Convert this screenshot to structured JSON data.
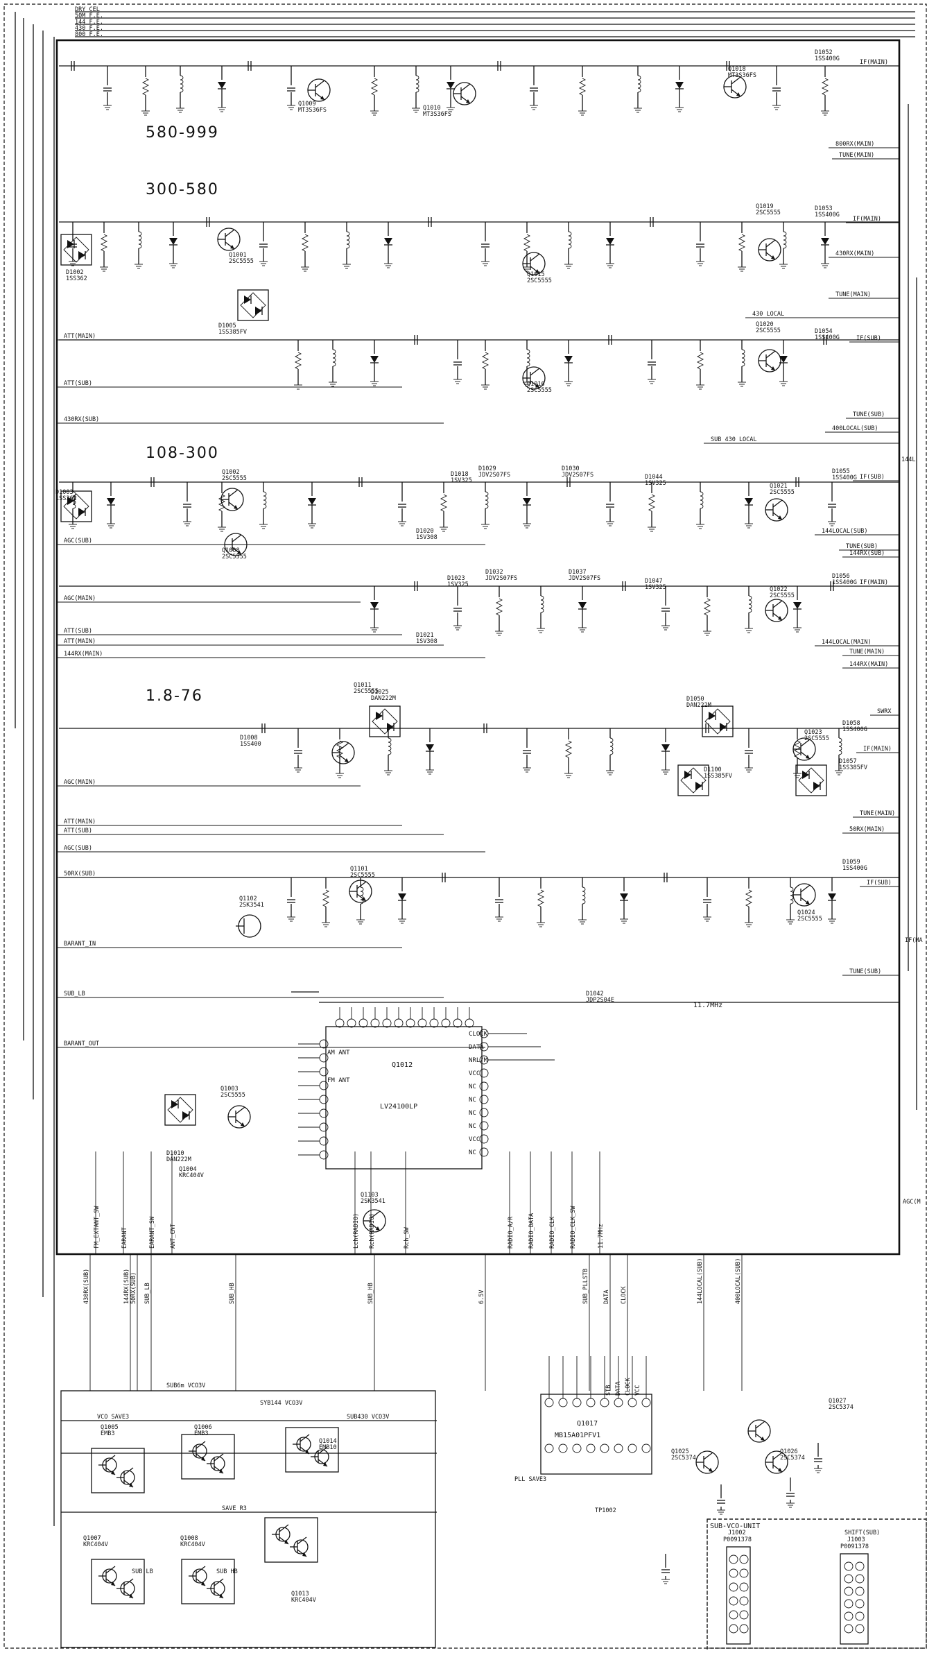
{
  "top_buses": [
    "DRY CEL",
    "50M F.E.",
    "144 F.E.",
    "430 F.E.",
    "800 F.E."
  ],
  "band_titles": [
    "580-999",
    "300-580",
    "108-300",
    "1.8-76"
  ],
  "right_signals": [
    "IF(MAIN)",
    "800RX(MAIN)",
    "TUNE(MAIN)",
    "IF(MAIN)",
    "430RX(MAIN)",
    "TUNE(MAIN)",
    "430 LOCAL",
    "IF(SUB)",
    "TUNE(SUB)",
    "400LOCAL(SUB)",
    "SUB 430 LOCAL",
    "IF(SUB)",
    "144LOCAL(SUB)",
    "TUNE(SUB)",
    "144RX(SUB)",
    "IF(MAIN)",
    "144LOCAL(MAIN)",
    "TUNE(MAIN)",
    "144RX(MAIN)",
    "SWRX",
    "IF(MAIN)",
    "TUNE(MAIN)",
    "50RX(MAIN)",
    "IF(SUB)",
    "TUNE(SUB)"
  ],
  "left_signals": [
    "ATT(MAIN)",
    "ATT(SUB)",
    "430RX(SUB)",
    "AGC(SUB)",
    "AGC(MAIN)",
    "ATT(SUB)",
    "ATT(MAIN)",
    "144RX(MAIN)",
    "AGC(MAIN)",
    "ATT(MAIN)",
    "ATT(SUB)",
    "AGC(SUB)",
    "50RX(SUB)",
    "BARANT_IN",
    "SUB_LB",
    "BARANT_OUT"
  ],
  "transistors": [
    {
      "ref": "Q1009",
      "part": "MT3S36FS"
    },
    {
      "ref": "Q1010",
      "part": "MT3S36FS"
    },
    {
      "ref": "Q1018",
      "part": "MT3S36FS"
    },
    {
      "ref": "Q1001",
      "part": "2SC5555"
    },
    {
      "ref": "Q1015",
      "part": "2SC5555"
    },
    {
      "ref": "Q1019",
      "part": "2SC5555"
    },
    {
      "ref": "Q1016",
      "part": "2SC5555"
    },
    {
      "ref": "Q1020",
      "part": "2SC5555"
    },
    {
      "ref": "Q1002",
      "part": "2SC5555"
    },
    {
      "ref": "Q1021",
      "part": "2SC5555"
    },
    {
      "ref": "Q1008",
      "part": "2SC5555"
    },
    {
      "ref": "Q1022",
      "part": "2SC5555"
    },
    {
      "ref": "Q1011",
      "part": "2SC5555"
    },
    {
      "ref": "Q1023",
      "part": "2SC5555"
    },
    {
      "ref": "Q1101",
      "part": "2SC5555"
    },
    {
      "ref": "Q1102",
      "part": "2SK3541"
    },
    {
      "ref": "Q1024",
      "part": "2SC5555"
    },
    {
      "ref": "Q1003",
      "part": "2SC5555"
    },
    {
      "ref": "Q1004",
      "part": "KRC404V"
    },
    {
      "ref": "Q1103",
      "part": "2SK3541"
    },
    {
      "ref": "Q1027",
      "part": "2SC5374"
    },
    {
      "ref": "Q1025",
      "part": "2SC5374"
    },
    {
      "ref": "Q1026",
      "part": "2SC5374"
    },
    {
      "ref": "Q1005",
      "part": "EMB3"
    },
    {
      "ref": "Q1006",
      "part": "EMB3"
    },
    {
      "ref": "Q1014",
      "part": "EMB10"
    },
    {
      "ref": "Q1007",
      "part": "KRC404V"
    },
    {
      "ref": "Q1008",
      "part": "KRC404V"
    },
    {
      "ref": "Q1013",
      "part": "KRC404V"
    }
  ],
  "diodes": [
    {
      "ref": "D1052",
      "part": "1SS400G"
    },
    {
      "ref": "D1053",
      "part": "1SS400G"
    },
    {
      "ref": "D1054",
      "part": "1SS400G"
    },
    {
      "ref": "D1055",
      "part": "1SS400G"
    },
    {
      "ref": "D1056",
      "part": "1SS400G"
    },
    {
      "ref": "D1058",
      "part": "1SS400G"
    },
    {
      "ref": "D1059",
      "part": "1SS400G"
    },
    {
      "ref": "D1002",
      "part": "1SS362"
    },
    {
      "ref": "D1003",
      "part": "1SS362"
    },
    {
      "ref": "D1005",
      "part": "1SS385FV"
    },
    {
      "ref": "D1057",
      "part": "1SS385FV"
    },
    {
      "ref": "D1100",
      "part": "1SS385FV"
    },
    {
      "ref": "D1025",
      "part": "DAN222M"
    },
    {
      "ref": "D1050",
      "part": "DAN222M"
    },
    {
      "ref": "D1010",
      "part": "DAN222M"
    },
    {
      "ref": "D1042",
      "part": "JDP2S04E"
    },
    {
      "ref": "D1029",
      "part": "JDV2S07FS"
    },
    {
      "ref": "D1030",
      "part": "JDV2S07FS"
    },
    {
      "ref": "D1032",
      "part": "JDV2S07FS"
    },
    {
      "ref": "D1037",
      "part": "JDV2S07FS"
    },
    {
      "ref": "D1018",
      "part": "1SV325"
    },
    {
      "ref": "D1023",
      "part": "1SV325"
    },
    {
      "ref": "D1044",
      "part": "1SV325"
    },
    {
      "ref": "D1047",
      "part": "1SV325"
    },
    {
      "ref": "D1020",
      "part": "1SV308"
    },
    {
      "ref": "D1021",
      "part": "1SV308"
    },
    {
      "ref": "D1008",
      "part": "1SS400"
    }
  ],
  "ic_main": {
    "ref": "Q1012",
    "part": "LV24100LP",
    "right_pins": [
      "CLOCK",
      "DATA",
      "NRL/M",
      "VCC",
      "NC",
      "NC",
      "NC",
      "NC",
      "VCC",
      "NC"
    ],
    "left_pins": [
      "AM ANT",
      "FM ANT"
    ]
  },
  "ic_pll": {
    "ref": "Q1017",
    "part": "MB15A01PFV1",
    "pins": [
      "STB",
      "DATA",
      "CLOCK",
      "VCC"
    ]
  },
  "top_note": "11.7MHz",
  "bottom_bus": [
    "FM_EXTANT_SW",
    "EARANT",
    "EARANT_SW",
    "ANT_CNT",
    "Lch(RADIO)",
    "Rch(RADIO)",
    "Rch_SW",
    "RADIO_A/R",
    "RADIO_DATA",
    "RADIO_CLK",
    "RADIO_CLK_SW",
    "11.7MHz"
  ],
  "vertical_bus": [
    "430RX(SUB)",
    "144RX(SUB)",
    "50RX(SUB)",
    "SUB_LB",
    "SUB_HB",
    "SUB_HB",
    "6.5V",
    "SUB_PLLSTB",
    "DATA",
    "CLOCK",
    "144LOCAL(SUB)",
    "400LOCAL(SUB)"
  ],
  "vco_labels": [
    "SUB6m VCO3V",
    "SYB144 VCO3V",
    "SUB430 VCO3V",
    "VCO SAVE3",
    "SAVE R3",
    "PLL SAVE3",
    "TP1002",
    "SUB LB",
    "SUB HB"
  ],
  "sub_vco_unit": {
    "title": "SUB-VCO-UNIT",
    "j1002": {
      "ref": "J1002",
      "part": "P0091378"
    },
    "j1003": {
      "ref": "J1003",
      "part": "P0091378",
      "label": "SHIFT(SUB)"
    }
  },
  "far_right_labels": [
    "144L",
    "IF(MA",
    "AGC(M"
  ]
}
